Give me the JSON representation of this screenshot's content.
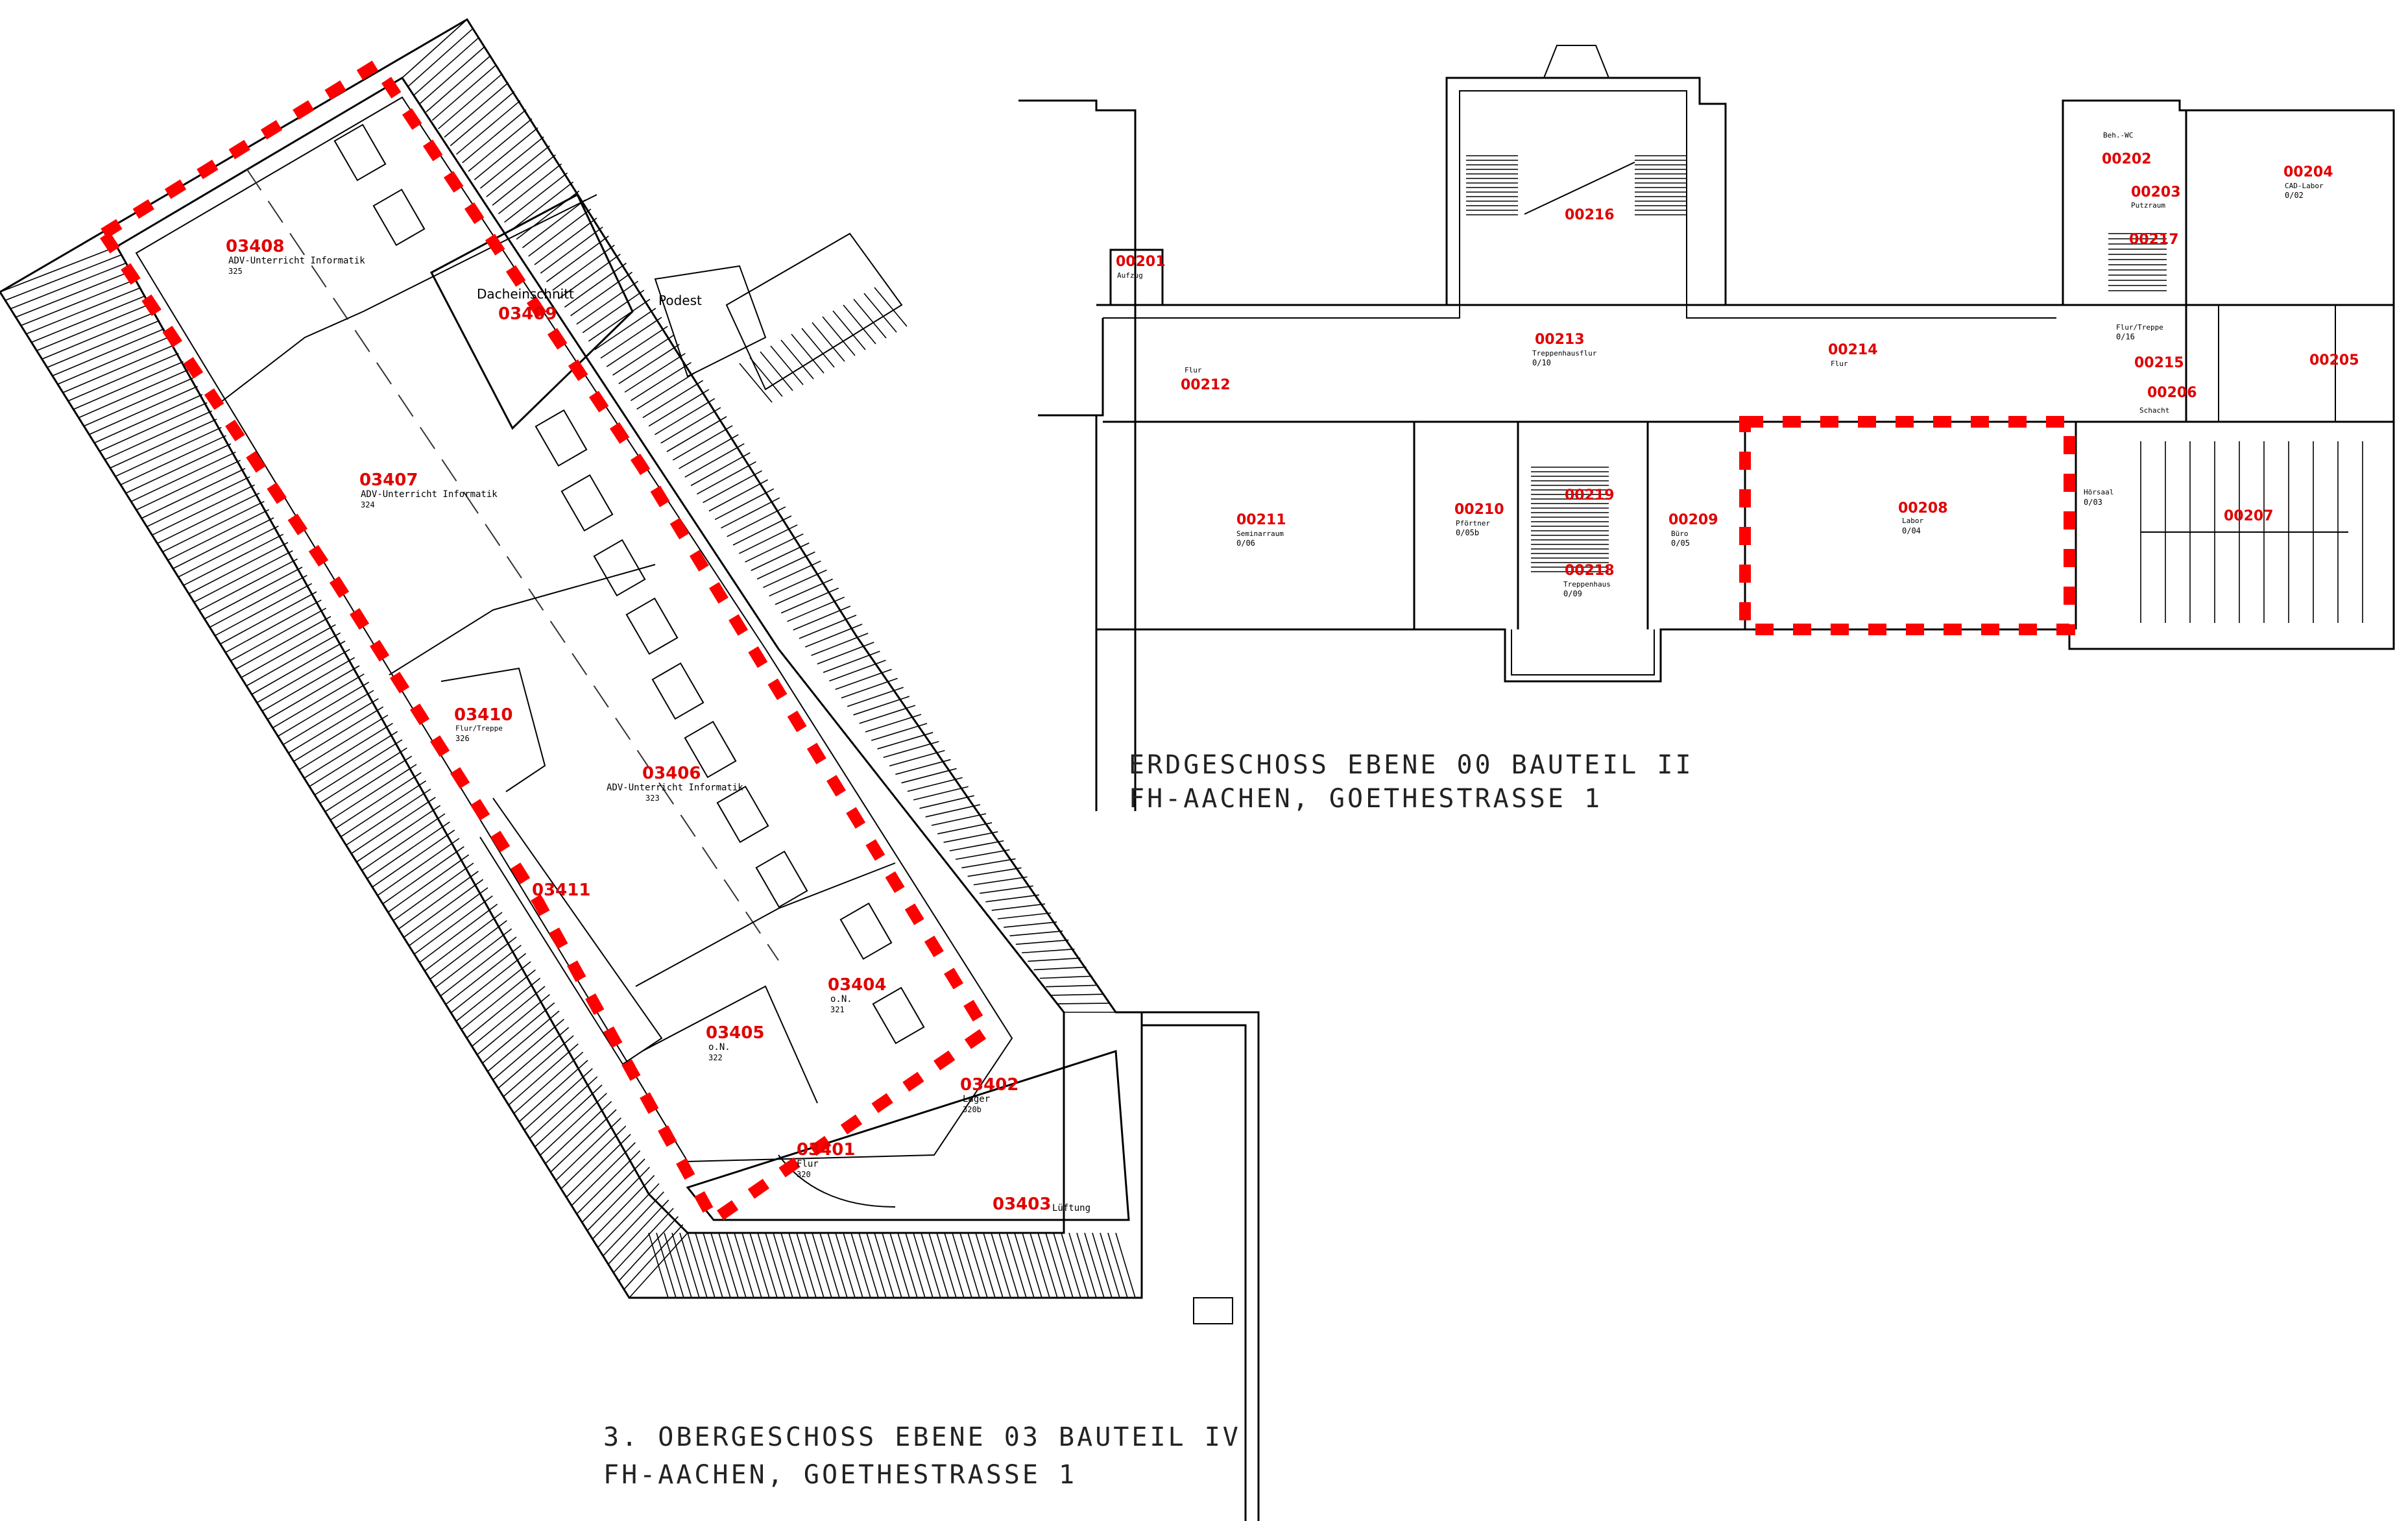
{
  "plan_right": {
    "caption_line1": "ERDGESCHOSS EBENE 00 BAUTEIL II",
    "caption_line2": "FH-AACHEN, GOETHESTRASSE 1",
    "rooms": {
      "r00201": {
        "num": "00201",
        "name": "Aufzug"
      },
      "r00202": {
        "num": "00202",
        "name": "Beh.-WC"
      },
      "r00203": {
        "num": "00203",
        "name": "Putzraum"
      },
      "r00204": {
        "num": "00204",
        "name": "CAD-Labor",
        "code": "0/02"
      },
      "r00205": {
        "num": "00205"
      },
      "r00206": {
        "num": "00206",
        "name": "Schacht"
      },
      "r00207": {
        "num": "00207"
      },
      "r00208": {
        "num": "00208",
        "name": "Labor",
        "code": "0/04"
      },
      "r00209": {
        "num": "00209",
        "name": "Büro",
        "code": "0/05"
      },
      "r00210": {
        "num": "00210",
        "name": "Pförtner",
        "code": "0/05b"
      },
      "r00211": {
        "num": "00211",
        "name": "Seminarraum",
        "code": "0/06"
      },
      "r00212": {
        "num": "00212",
        "name": "Flur"
      },
      "r00213": {
        "num": "00213",
        "name": "Treppenhausflur",
        "code": "0/10"
      },
      "r00214": {
        "num": "00214",
        "name": "Flur"
      },
      "r00215": {
        "num": "00215"
      },
      "r00216": {
        "num": "00216"
      },
      "r00217": {
        "num": "00217",
        "name": "Flur/Treppe",
        "code": "0/16"
      },
      "r00218": {
        "num": "00218",
        "name": "Treppenhaus",
        "code": "0/09"
      },
      "r00219": {
        "num": "00219"
      },
      "hoersaal": {
        "name": "Hörsaal",
        "code": "0/03"
      }
    }
  },
  "plan_left": {
    "caption_line1": "3. OBERGESCHOSS EBENE 03 BAUTEIL IV",
    "caption_line2": "FH-AACHEN, GOETHESTRASSE 1",
    "labels": {
      "dacheinschnitt": "Dacheinschnitt",
      "podest": "Podest"
    },
    "rooms": {
      "r03401": {
        "num": "03401",
        "name": "Flur",
        "code": "320"
      },
      "r03402": {
        "num": "03402",
        "name": "Lager",
        "code": "320b"
      },
      "r03403": {
        "num": "03403",
        "name": "Lüftung"
      },
      "r03404": {
        "num": "03404",
        "name": "o.N.",
        "code": "321"
      },
      "r03405": {
        "num": "03405",
        "name": "o.N.",
        "code": "322"
      },
      "r03406": {
        "num": "03406",
        "name": "ADV-Unterricht Informatik",
        "code": "323"
      },
      "r03407": {
        "num": "03407",
        "name": "ADV-Unterricht Informatik",
        "code": "324"
      },
      "r03408": {
        "num": "03408",
        "name": "ADV-Unterricht Informatik",
        "code": "325"
      },
      "r03409": {
        "num": "03409"
      },
      "r03410": {
        "num": "03410",
        "name": "Flur/Treppe",
        "code": "326"
      },
      "r03411": {
        "num": "03411"
      }
    }
  }
}
